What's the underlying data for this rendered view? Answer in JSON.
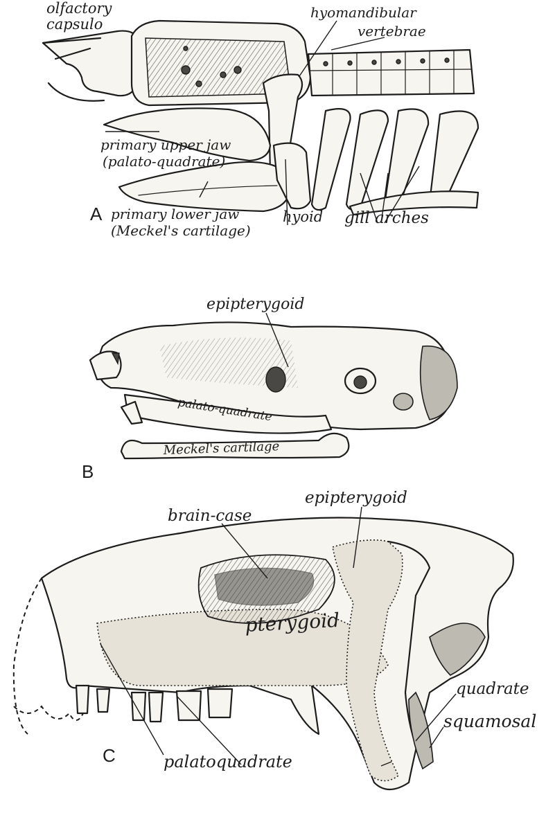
{
  "panels": [
    {
      "letter": "A",
      "labels": {
        "olfactory_capsule": [
          "olfactory",
          "capsulo"
        ],
        "hyomandibular": "hyomandibular",
        "vertebrae": "vertebrae",
        "primary_upper_jaw": [
          "primary upper jaw",
          "(palato-quadrate)"
        ],
        "primary_lower_jaw": [
          "primary lower jaw",
          "(Meckel's cartilage)"
        ],
        "hyoid": "hyoid",
        "gill_arches": "gill arches"
      }
    },
    {
      "letter": "B",
      "labels": {
        "epipterygoid": "epipterygoid",
        "palato_quadrate": "palato-quadrate",
        "meckels_cartilage": "Meckel's cartilage"
      }
    },
    {
      "letter": "C",
      "labels": {
        "brain_case": "brain-case",
        "epipterygoid": "epipterygoid",
        "pterygoid": "pterygoid",
        "quadrate": "quadrate",
        "squamosal": "squamosal",
        "palatoquadrate": "palatoquadrate"
      }
    }
  ]
}
